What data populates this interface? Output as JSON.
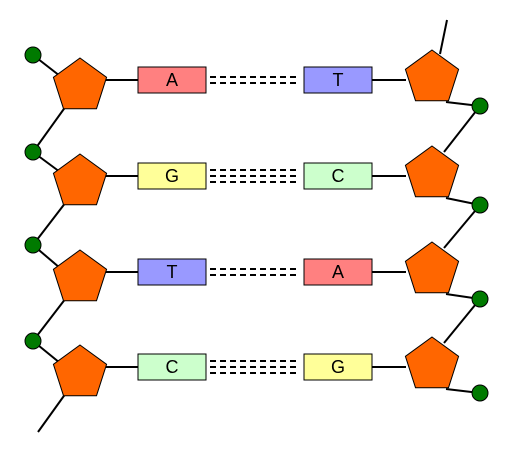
{
  "colors": {
    "sugar": "#ff6600",
    "phosphate": "#007a00",
    "line": "#000000",
    "A": "#ff8080",
    "T": "#9999ff",
    "G": "#ffff99",
    "C": "#ccffcc"
  },
  "pairs": [
    {
      "left": "A",
      "right": "T",
      "h_bonds": 2
    },
    {
      "left": "G",
      "right": "C",
      "h_bonds": 3
    },
    {
      "left": "T",
      "right": "A",
      "h_bonds": 2
    },
    {
      "left": "C",
      "right": "G",
      "h_bonds": 3
    }
  ]
}
